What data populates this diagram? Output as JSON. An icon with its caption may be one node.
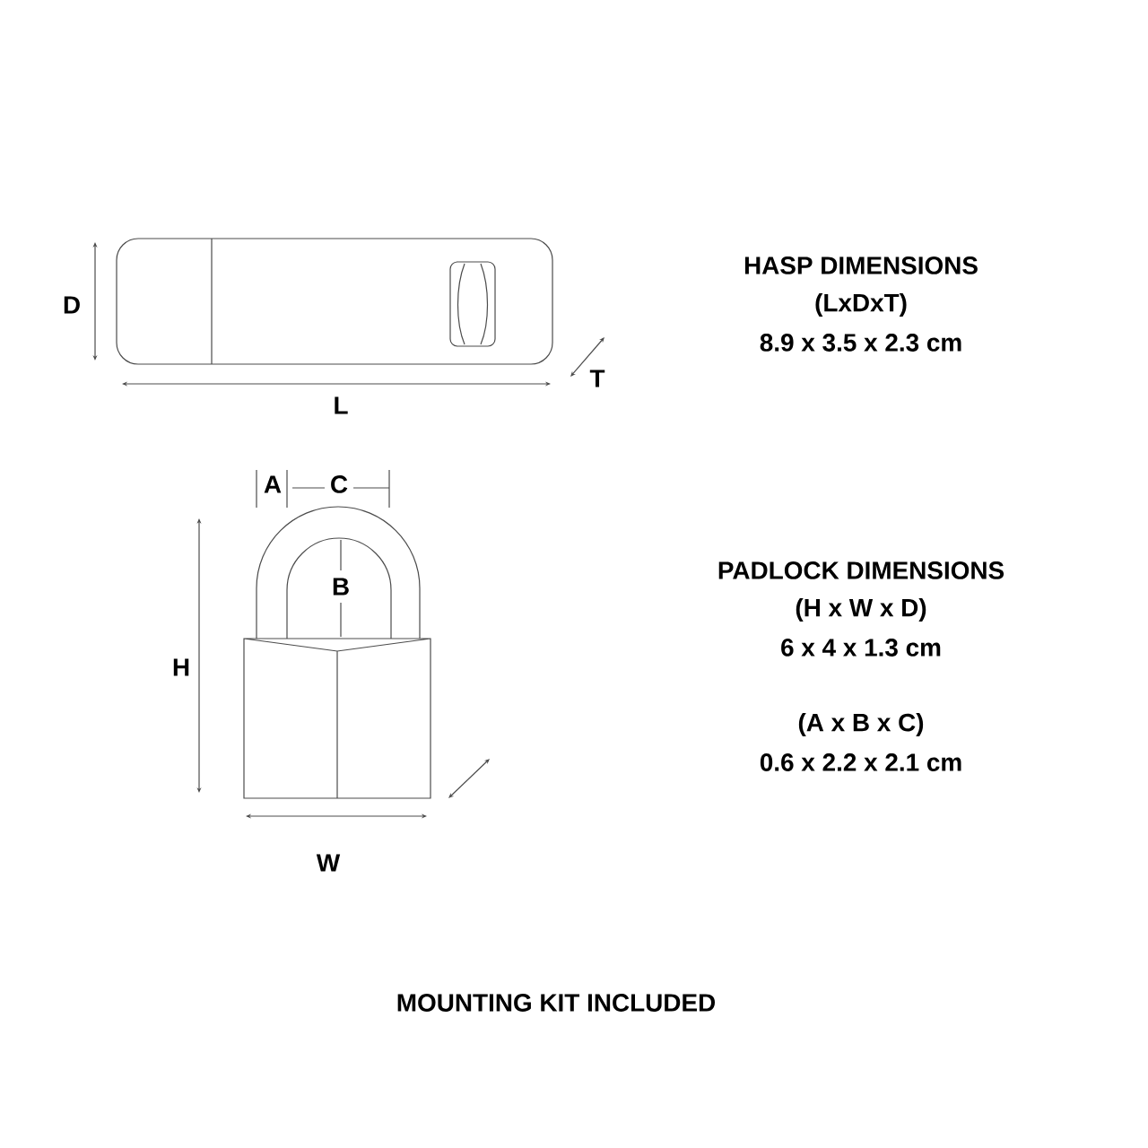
{
  "diagram": {
    "labels": [
      "HASP DIMENSIONS",
      "(LxDxT)",
      "8.9 x 3.5 x 2.3 cm",
      "D",
      "T",
      "L",
      "A",
      "C",
      "B",
      "H",
      "PADLOCK DIMENSIONS",
      "(H x W x D)",
      "6 x 4 x 1.3 cm",
      "(A x B x C)",
      "0.6 x 2.2 x 2.1 cm",
      "W",
      "MOUNTING KIT INCLUDED"
    ]
  }
}
